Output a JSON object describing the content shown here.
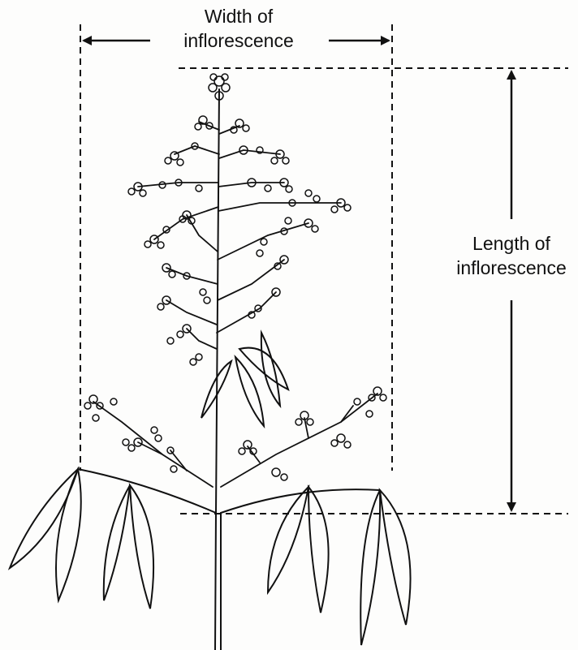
{
  "labels": {
    "width_line1": "Width of",
    "width_line2": "inflorescence",
    "length_line1": "Length of",
    "length_line2": "inflorescence"
  },
  "colors": {
    "background": "#fdfdfc",
    "ink": "#111111"
  },
  "icons": {
    "width_arrow": "double-headed-horizontal-arrow",
    "length_arrow": "double-headed-vertical-arrow"
  }
}
